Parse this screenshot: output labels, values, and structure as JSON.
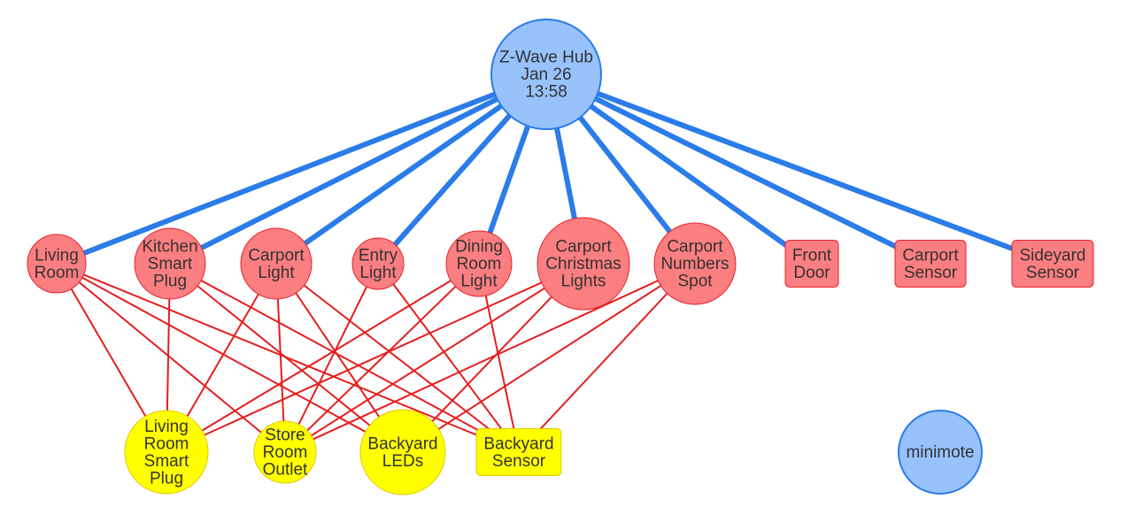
{
  "colors": {
    "hub_fill": "#97c2fc",
    "hub_border": "#2b7ce9",
    "device_fill": "#fb7e81",
    "device_border": "#e7232c",
    "neighbor_fill": "#ffff00",
    "neighbor_border": "#e0c800",
    "hub_edge": "#2b7ce9",
    "neighbor_edge": "#e51e1e",
    "label_text": "#333333"
  },
  "nodes": [
    {
      "id": "hub",
      "label": "Z-Wave Hub\nJan 26\n13:58",
      "kind": "hub",
      "shape": "circle"
    },
    {
      "id": "living-room",
      "label": "Living\nRoom",
      "kind": "device",
      "shape": "circle"
    },
    {
      "id": "kitchen-smart-plug",
      "label": "Kitchen\nSmart\nPlug",
      "kind": "device",
      "shape": "circle"
    },
    {
      "id": "carport-light",
      "label": "Carport\nLight",
      "kind": "device",
      "shape": "circle"
    },
    {
      "id": "entry-light",
      "label": "Entry\nLight",
      "kind": "device",
      "shape": "circle"
    },
    {
      "id": "dining-room-light",
      "label": "Dining\nRoom\nLight",
      "kind": "device",
      "shape": "circle"
    },
    {
      "id": "carport-christmas-lights",
      "label": "Carport\nChristmas\nLights",
      "kind": "device",
      "shape": "circle"
    },
    {
      "id": "carport-numbers-spot",
      "label": "Carport\nNumbers\nSpot",
      "kind": "device",
      "shape": "circle"
    },
    {
      "id": "front-door",
      "label": "Front\nDoor",
      "kind": "device",
      "shape": "box"
    },
    {
      "id": "carport-sensor",
      "label": "Carport\nSensor",
      "kind": "device",
      "shape": "box"
    },
    {
      "id": "sideyard-sensor",
      "label": "Sideyard\nSensor",
      "kind": "device",
      "shape": "box"
    },
    {
      "id": "living-room-smart-plug",
      "label": "Living\nRoom\nSmart\nPlug",
      "kind": "neighbor",
      "shape": "circle"
    },
    {
      "id": "store-room-outlet",
      "label": "Store\nRoom\nOutlet",
      "kind": "neighbor",
      "shape": "circle"
    },
    {
      "id": "backyard-leds",
      "label": "Backyard\nLEDs",
      "kind": "neighbor",
      "shape": "circle"
    },
    {
      "id": "backyard-sensor",
      "label": "Backyard\nSensor",
      "kind": "neighbor",
      "shape": "box"
    },
    {
      "id": "minimote",
      "label": "minimote",
      "kind": "hub",
      "shape": "circle"
    }
  ],
  "edges": [
    {
      "from": "hub",
      "to": "living-room",
      "kind": "hub"
    },
    {
      "from": "hub",
      "to": "kitchen-smart-plug",
      "kind": "hub"
    },
    {
      "from": "hub",
      "to": "carport-light",
      "kind": "hub"
    },
    {
      "from": "hub",
      "to": "entry-light",
      "kind": "hub"
    },
    {
      "from": "hub",
      "to": "dining-room-light",
      "kind": "hub"
    },
    {
      "from": "hub",
      "to": "carport-christmas-lights",
      "kind": "hub"
    },
    {
      "from": "hub",
      "to": "carport-numbers-spot",
      "kind": "hub"
    },
    {
      "from": "hub",
      "to": "front-door",
      "kind": "hub"
    },
    {
      "from": "hub",
      "to": "carport-sensor",
      "kind": "hub"
    },
    {
      "from": "hub",
      "to": "sideyard-sensor",
      "kind": "hub"
    },
    {
      "from": "living-room",
      "to": "living-room-smart-plug",
      "kind": "neighbor"
    },
    {
      "from": "living-room",
      "to": "store-room-outlet",
      "kind": "neighbor"
    },
    {
      "from": "living-room",
      "to": "backyard-leds",
      "kind": "neighbor"
    },
    {
      "from": "living-room",
      "to": "backyard-sensor",
      "kind": "neighbor"
    },
    {
      "from": "kitchen-smart-plug",
      "to": "living-room-smart-plug",
      "kind": "neighbor"
    },
    {
      "from": "kitchen-smart-plug",
      "to": "backyard-leds",
      "kind": "neighbor"
    },
    {
      "from": "kitchen-smart-plug",
      "to": "backyard-sensor",
      "kind": "neighbor"
    },
    {
      "from": "carport-light",
      "to": "living-room-smart-plug",
      "kind": "neighbor"
    },
    {
      "from": "carport-light",
      "to": "store-room-outlet",
      "kind": "neighbor"
    },
    {
      "from": "carport-light",
      "to": "backyard-leds",
      "kind": "neighbor"
    },
    {
      "from": "carport-light",
      "to": "backyard-sensor",
      "kind": "neighbor"
    },
    {
      "from": "entry-light",
      "to": "store-room-outlet",
      "kind": "neighbor"
    },
    {
      "from": "entry-light",
      "to": "backyard-sensor",
      "kind": "neighbor"
    },
    {
      "from": "dining-room-light",
      "to": "living-room-smart-plug",
      "kind": "neighbor"
    },
    {
      "from": "dining-room-light",
      "to": "store-room-outlet",
      "kind": "neighbor"
    },
    {
      "from": "dining-room-light",
      "to": "backyard-sensor",
      "kind": "neighbor"
    },
    {
      "from": "carport-christmas-lights",
      "to": "living-room-smart-plug",
      "kind": "neighbor"
    },
    {
      "from": "carport-christmas-lights",
      "to": "store-room-outlet",
      "kind": "neighbor"
    },
    {
      "from": "carport-christmas-lights",
      "to": "backyard-leds",
      "kind": "neighbor"
    },
    {
      "from": "carport-numbers-spot",
      "to": "store-room-outlet",
      "kind": "neighbor"
    },
    {
      "from": "carport-numbers-spot",
      "to": "backyard-leds",
      "kind": "neighbor"
    },
    {
      "from": "carport-numbers-spot",
      "to": "backyard-sensor",
      "kind": "neighbor"
    }
  ]
}
